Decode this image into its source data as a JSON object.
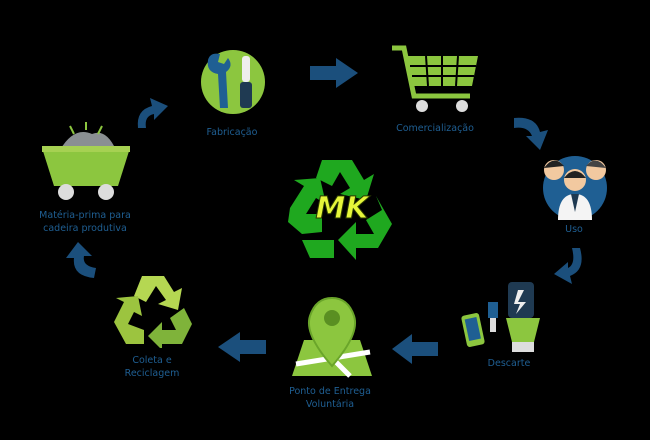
{
  "center_logo": {
    "text": "MK"
  },
  "steps": [
    {
      "label": "Fabricação",
      "icon": "wrench-screwdriver-icon"
    },
    {
      "label": "Comercialização",
      "icon": "shopping-cart-icon"
    },
    {
      "label": "Uso",
      "icon": "people-icon"
    },
    {
      "label": "Descarte",
      "icon": "discarded-devices-icon"
    },
    {
      "label_line1": "Ponto de Entrega",
      "label_line2": "Voluntária",
      "icon": "map-pin-icon"
    },
    {
      "label_line1": "Coleta e",
      "label_line2": "Reciclagem",
      "icon": "recycle-icon"
    },
    {
      "label_line1": "Matéria-prima para",
      "label_line2": "cadeira produtiva",
      "icon": "mine-cart-icon"
    }
  ],
  "colors": {
    "label": "#1f5f93",
    "arrow": "#1b4f7c",
    "green": "#8cc63f",
    "logo_green": "#1fa81f",
    "logo_text": "#e5f53a"
  }
}
